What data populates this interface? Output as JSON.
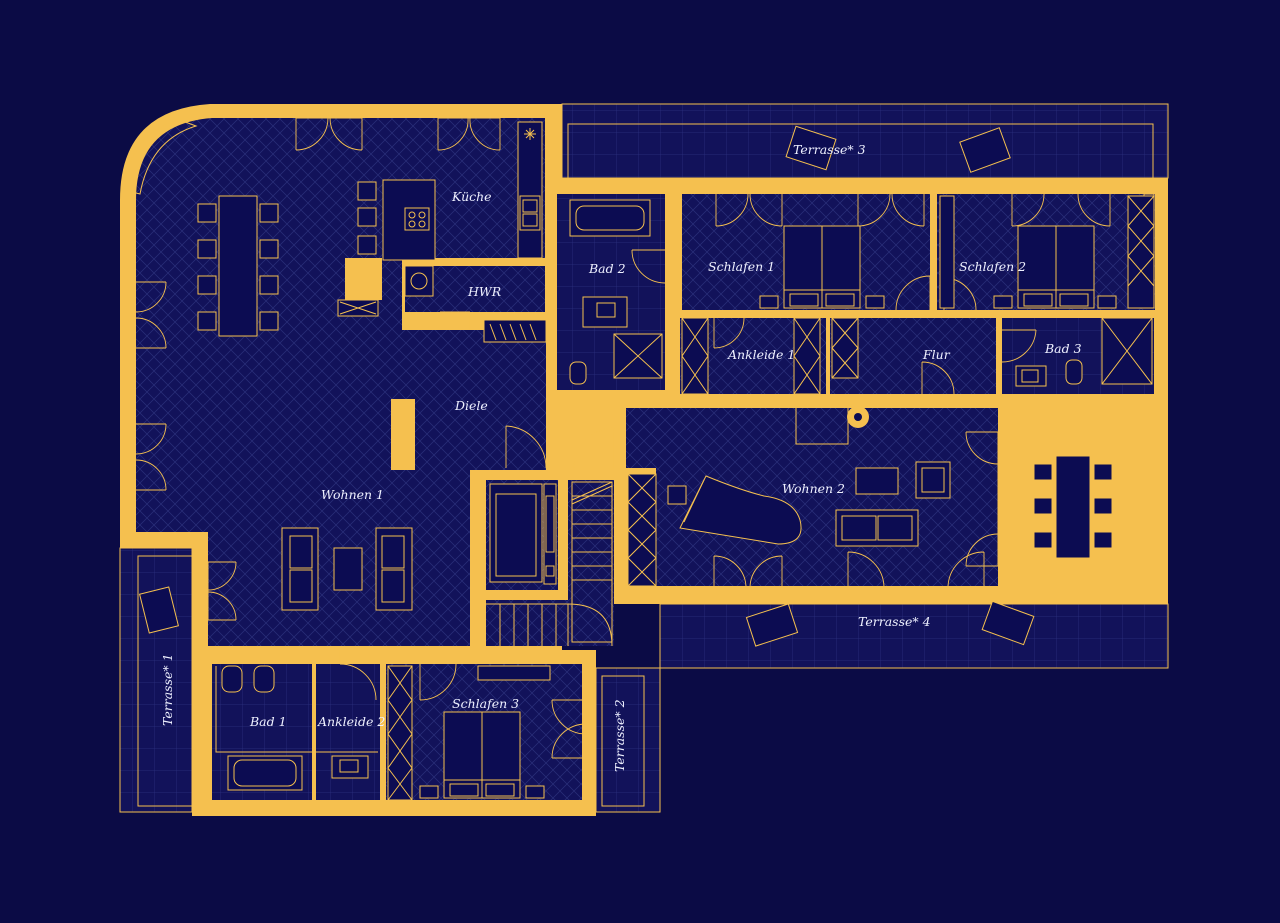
{
  "colors": {
    "background": "#0b0b45",
    "wall": "#f5c04f",
    "floor": "#12125a",
    "line": "#f5c04f",
    "label": "#eef0ff"
  },
  "rooms": {
    "kueche": "Küche",
    "hwr": "HWR",
    "bad2": "Bad 2",
    "schlafen1": "Schlafen 1",
    "schlafen2": "Schlafen 2",
    "ankleide1": "Ankleide 1",
    "flur": "Flur",
    "bad3": "Bad 3",
    "diele": "Diele",
    "wohnen1": "Wohnen 1",
    "wohnen2": "Wohnen 2",
    "bad1": "Bad 1",
    "ankleide2": "Ankleide 2",
    "schlafen3": "Schlafen 3",
    "terrasse1": "Terrasse* 1",
    "terrasse2": "Terrasse* 2",
    "terrasse3": "Terrasse* 3",
    "terrasse4": "Terrasse* 4"
  }
}
